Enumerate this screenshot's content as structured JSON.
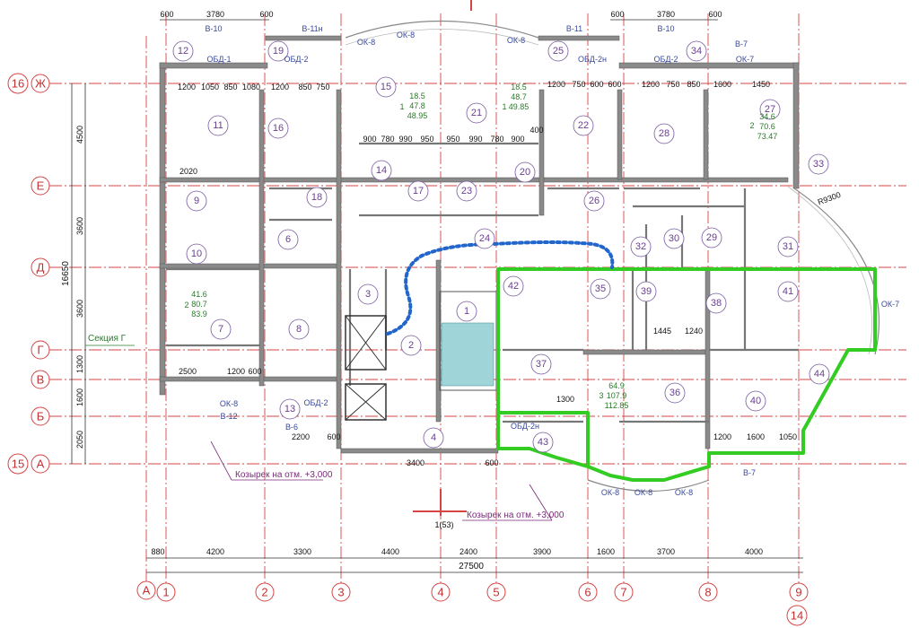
{
  "axes_vertical": [
    {
      "id": "v-A",
      "label": "А"
    },
    {
      "id": "v-1",
      "label": "1"
    },
    {
      "id": "v-2",
      "label": "2"
    },
    {
      "id": "v-3",
      "label": "3"
    },
    {
      "id": "v-4",
      "label": "4"
    },
    {
      "id": "v-5",
      "label": "5"
    },
    {
      "id": "v-6",
      "label": "6"
    },
    {
      "id": "v-7",
      "label": "7"
    },
    {
      "id": "v-8",
      "label": "8"
    },
    {
      "id": "v-9",
      "label": "9"
    }
  ],
  "axes_horizontal": [
    {
      "id": "h-Zh",
      "label": "Ж"
    },
    {
      "id": "h-E",
      "label": "Е"
    },
    {
      "id": "h-D",
      "label": "Д"
    },
    {
      "id": "h-G",
      "label": "Г"
    },
    {
      "id": "h-V",
      "label": "В"
    },
    {
      "id": "h-B",
      "label": "Б"
    },
    {
      "id": "h-A",
      "label": "А"
    }
  ],
  "axis_side_labels": {
    "top_left": "16",
    "bottom_left": "15",
    "bottom_right": "14"
  },
  "bottom_dims": [
    "880",
    "4200",
    "3300",
    "4400",
    "2400",
    "3900",
    "1600",
    "3700",
    "4000"
  ],
  "total_width": "27500",
  "left_dims": [
    "4500",
    "3600",
    "3600",
    "1300",
    "1600",
    "2050"
  ],
  "total_height": "16650",
  "top_dims_left": [
    "600",
    "3780",
    "600"
  ],
  "top_dims_right": [
    "600",
    "3780",
    "600"
  ],
  "rooms": [
    "1",
    "2",
    "3",
    "4",
    "6",
    "7",
    "8",
    "9",
    "10",
    "11",
    "12",
    "13",
    "14",
    "15",
    "16",
    "17",
    "18",
    "19",
    "20",
    "21",
    "22",
    "23",
    "24",
    "25",
    "26",
    "27",
    "28",
    "29",
    "30",
    "31",
    "32",
    "33",
    "34",
    "35",
    "36",
    "37",
    "38",
    "39",
    "40",
    "41",
    "42",
    "43",
    "44"
  ],
  "apartment_areas": [
    {
      "room": "left",
      "n": "2",
      "a": "41.6",
      "b": "80.7",
      "c": "83.9"
    },
    {
      "room": "top-mid-left",
      "n": "1",
      "a": "18.5",
      "b": "47.8",
      "c": "48.95"
    },
    {
      "room": "top-mid-right",
      "n": "1",
      "a": "18.5",
      "b": "48.7",
      "c": "49.85"
    },
    {
      "room": "top-right",
      "n": "2",
      "a": "34.6",
      "b": "70.6",
      "c": "73.47"
    },
    {
      "room": "center-right",
      "n": "3",
      "a": "64.9",
      "b": "107.9",
      "c": "112.85"
    }
  ],
  "window_labels": [
    "В-10",
    "В-11н",
    "ОК-8",
    "ОК-8",
    "ОК-8",
    "В-11",
    "В-10",
    "В-7",
    "ОБД-1",
    "ОБД-2",
    "ОБД-2н",
    "ОБД-2",
    "ОК-7",
    "ОК-8",
    "В-12",
    "В-6",
    "ОБД-2",
    "ОБД-2н",
    "ОК-8",
    "ОК-8",
    "ОК-8",
    "В-7",
    "ОК-7"
  ],
  "interior_dims": [
    "1200",
    "1050",
    "850",
    "1080",
    "1200",
    "850",
    "750",
    "1200",
    "750",
    "600",
    "600",
    "1200",
    "750",
    "850",
    "1600",
    "1450",
    "900",
    "780",
    "990",
    "950",
    "950",
    "990",
    "780",
    "900",
    "400",
    "2020",
    "2500",
    "1200",
    "600",
    "2200",
    "600",
    "3400",
    "600",
    "1445",
    "1240",
    "1300",
    "1600",
    "1050",
    "1200"
  ],
  "annotations": {
    "canopy1": "Козырек на отм. +3,000",
    "canopy2": "Козырек на отм. +3,000",
    "section": "Секция Г",
    "stair_ref": "1(53)",
    "radius": "R9300"
  },
  "colors": {
    "axis": "#d64545",
    "wall": "#8a8a8a",
    "highlight": "#33cc22",
    "dotted": "#2266cc",
    "room_bubble": "#7a5aa0"
  }
}
